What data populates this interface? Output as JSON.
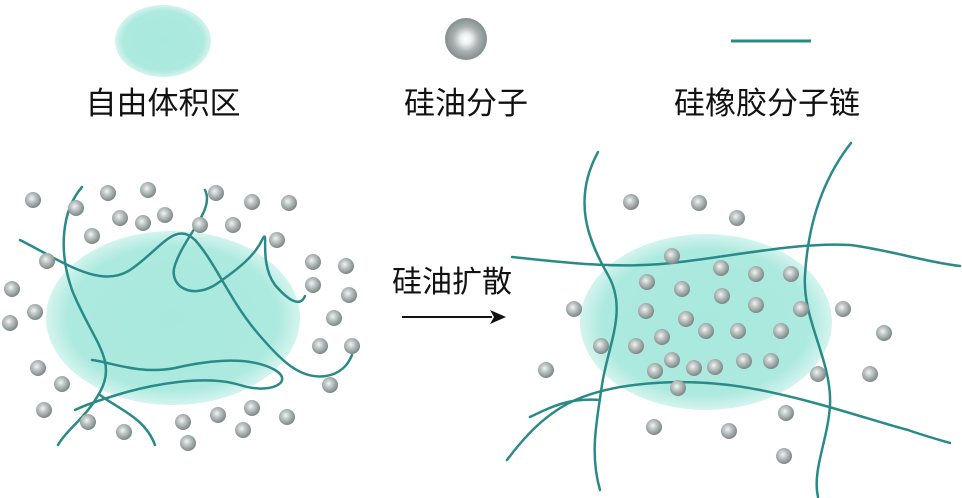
{
  "colors": {
    "free_volume": "#a9e9dd",
    "free_volume_edge": "#d4f4ee",
    "chain": "#2a8a88",
    "molecule_light": "#e6eaea",
    "molecule_dark": "#8a9393",
    "text": "#111111"
  },
  "legend": {
    "free_volume_label": "自由体积区",
    "silicone_oil_label": "硅油分子",
    "rubber_chain_label": "硅橡胶分子链"
  },
  "process": {
    "arrow_label": "硅油扩散"
  }
}
